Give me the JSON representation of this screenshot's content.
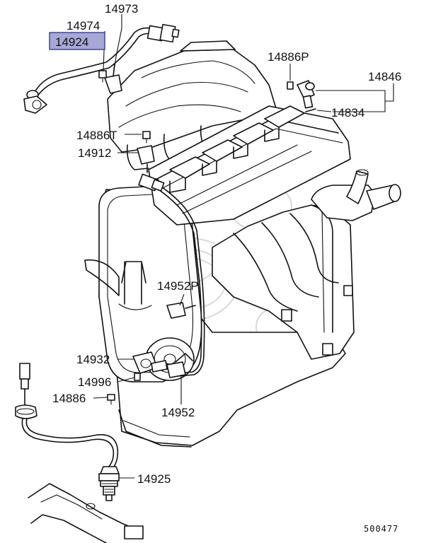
{
  "callouts": {
    "c14973": "14973",
    "c14974": "14974",
    "c14924": "14924",
    "c14886P": "14886P",
    "c14846": "14846",
    "c14834": "14834",
    "c14886T": "14886T",
    "c14912": "14912",
    "c14952P": "14952P",
    "c14932": "14932",
    "c14996": "14996",
    "c14886": "14886",
    "c14952": "14952",
    "c14925": "14925"
  },
  "highlighted_part": "14924",
  "diagram_code": "500477",
  "colors": {
    "highlight_fill": "#a8a8d8",
    "line": "#111111"
  }
}
